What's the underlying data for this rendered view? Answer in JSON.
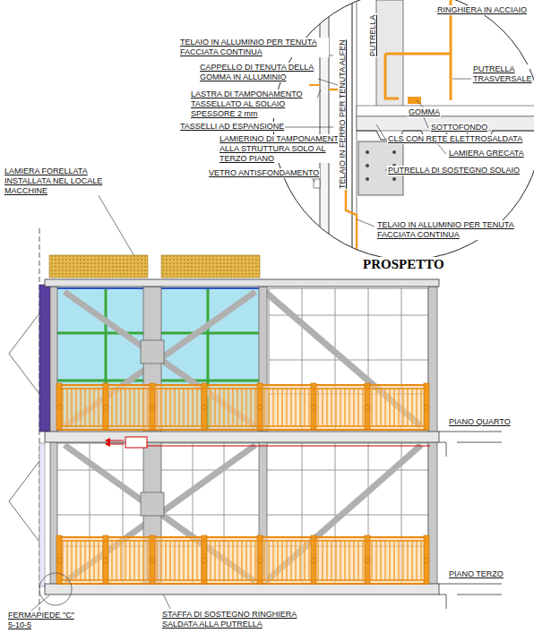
{
  "diagram": {
    "title": "PROSPETTO",
    "labels": [
      "TELAIO IN ALLUMINIO PER TENUTA FACCIATA CONTINUA",
      "CAPPELLO DI TENUTA DELLA GOMMA IN ALLUMINIO",
      "LASTRA DI TAMPONAMENTO TASSELLATO AL SOLAIO SPESSORE 2 mm",
      "TASSELLI AD ESPANSIONE",
      "LAMIERINO DI TAMPONAMENTO ALLA STRUTTURA SOLO AL TERZO PIANO",
      "VETRO ANTISFONDAMENTO",
      "TELAIO IN ALLUMINIO PER TENUTA FACCIATA CONTINUA",
      "RINGHIERA IN ACCIAIO",
      "PUTRELLA",
      "TELAIO IN FERRO PER TENUTA ALFEN",
      "PUTRELLA TRASVERSALE",
      "GOMMA",
      "SOTTOFONDO",
      "CLS CON RETE ELETTROSALDATA",
      "LAMIERA GRECATA",
      "PUTRELLA DI SOSTEGNO SOLAIO",
      "LAMIERA FORELLATA INSTALLATA NEL LOCALE MACCHINE",
      "PIANO QUARTO",
      "PIANO TERZO",
      "FERMAPIEDE \"C\" 5-10-5",
      "STAFFA DI SOSTEGNO RINGHIERA SALDATA ALLA PUTRELLA"
    ]
  }
}
